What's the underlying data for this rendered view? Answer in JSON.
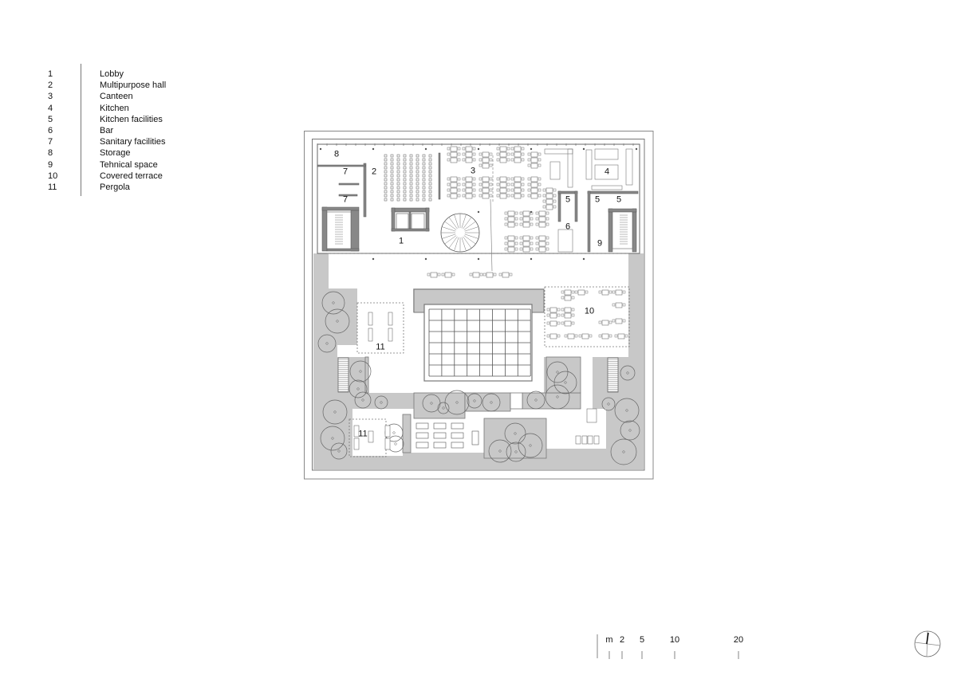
{
  "legend": {
    "items": [
      {
        "num": "1",
        "label": "Lobby"
      },
      {
        "num": "2",
        "label": "Multipurpose hall"
      },
      {
        "num": "3",
        "label": "Canteen"
      },
      {
        "num": "4",
        "label": "Kitchen"
      },
      {
        "num": "5",
        "label": "Kitchen facilities"
      },
      {
        "num": "6",
        "label": "Bar"
      },
      {
        "num": "7",
        "label": "Sanitary facilities"
      },
      {
        "num": "8",
        "label": "Storage"
      },
      {
        "num": "9",
        "label": "Tehnical space"
      },
      {
        "num": "10",
        "label": "Covered terrace"
      },
      {
        "num": "11",
        "label": "Pergola"
      }
    ]
  },
  "plan": {
    "room_labels": [
      "8",
      "7",
      "2",
      "7",
      "3",
      "4",
      "5",
      "5",
      "5",
      "1",
      "6",
      "9",
      "10",
      "11",
      "11"
    ],
    "colors": {
      "landscape": "#c8c8c8",
      "wall": "#888888",
      "line": "#555555"
    }
  },
  "scale_bar": {
    "unit": "m",
    "ticks": [
      "2",
      "5",
      "10",
      "20"
    ]
  },
  "north_arrow": {
    "icon": "north-arrow-icon"
  }
}
